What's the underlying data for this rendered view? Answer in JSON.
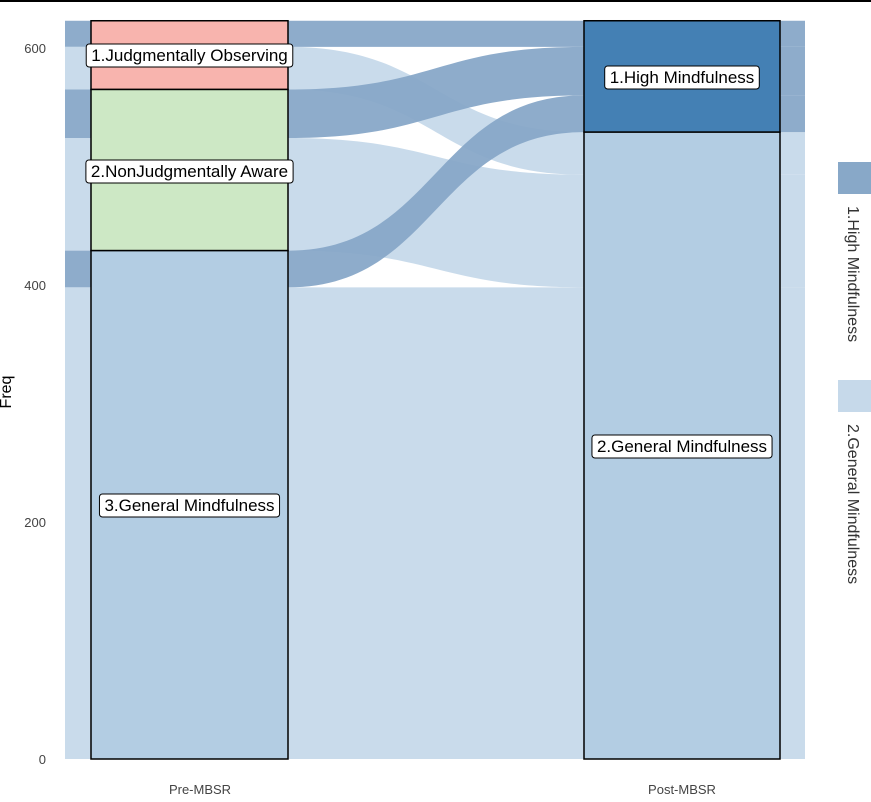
{
  "chart_data": {
    "type": "alluvial",
    "ylabel": "Freq",
    "ylim": [
      0,
      623
    ],
    "yticks": [
      0,
      200,
      400,
      600
    ],
    "axes": [
      "Pre-MBSR",
      "Post-MBSR"
    ],
    "strata": {
      "Pre-MBSR": [
        {
          "name": "1.Judgmentally Observing",
          "value": 58,
          "color": "#f8b4ae"
        },
        {
          "name": "2.NonJudgmentally Aware",
          "value": 136,
          "color": "#cde8c5"
        },
        {
          "name": "3.General Mindfulness",
          "value": 429,
          "color": "#b3cde3"
        }
      ],
      "Post-MBSR": [
        {
          "name": "1.High Mindfulness",
          "value": 94,
          "color": "#4480b4"
        },
        {
          "name": "2.General Mindfulness",
          "value": 529,
          "color": "#b3cde3"
        }
      ]
    },
    "flows": [
      {
        "from": "1.Judgmentally Observing",
        "to": "1.High Mindfulness",
        "value": 22
      },
      {
        "from": "1.Judgmentally Observing",
        "to": "2.General Mindfulness",
        "value": 36
      },
      {
        "from": "2.NonJudgmentally Aware",
        "to": "1.High Mindfulness",
        "value": 41
      },
      {
        "from": "2.NonJudgmentally Aware",
        "to": "2.General Mindfulness",
        "value": 95
      },
      {
        "from": "3.General Mindfulness",
        "to": "1.High Mindfulness",
        "value": 31
      },
      {
        "from": "3.General Mindfulness",
        "to": "2.General Mindfulness",
        "value": 398
      }
    ],
    "legend": {
      "position": "right",
      "items": [
        {
          "name": "1.High Mindfulness",
          "color": "#88a8c8"
        },
        {
          "name": "2.General Mindfulness",
          "color": "#c6d9ea"
        }
      ]
    }
  }
}
